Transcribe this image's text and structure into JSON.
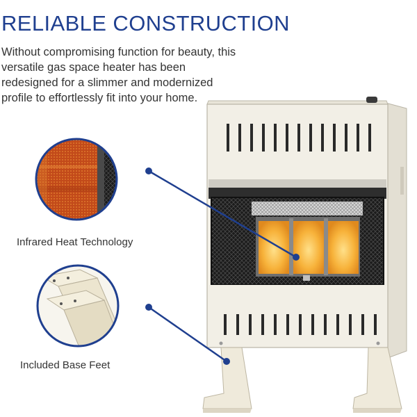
{
  "heading": "RELIABLE CONSTRUCTION",
  "description": "Without compromising function for beauty, this versatile gas space heater has been redesigned for a slimmer and modernized profile to effortlessly fit into your home.",
  "callouts": [
    {
      "label": "Infrared Heat Technology",
      "icon": "infrared-burner-closeup"
    },
    {
      "label": "Included Base Feet",
      "icon": "base-feet-closeup"
    }
  ],
  "colors": {
    "heading": "#1f3f8f",
    "callout_ring": "#1f3f8f",
    "heater_body": "#f2efe6",
    "burner_glow": "#f7b23a"
  }
}
